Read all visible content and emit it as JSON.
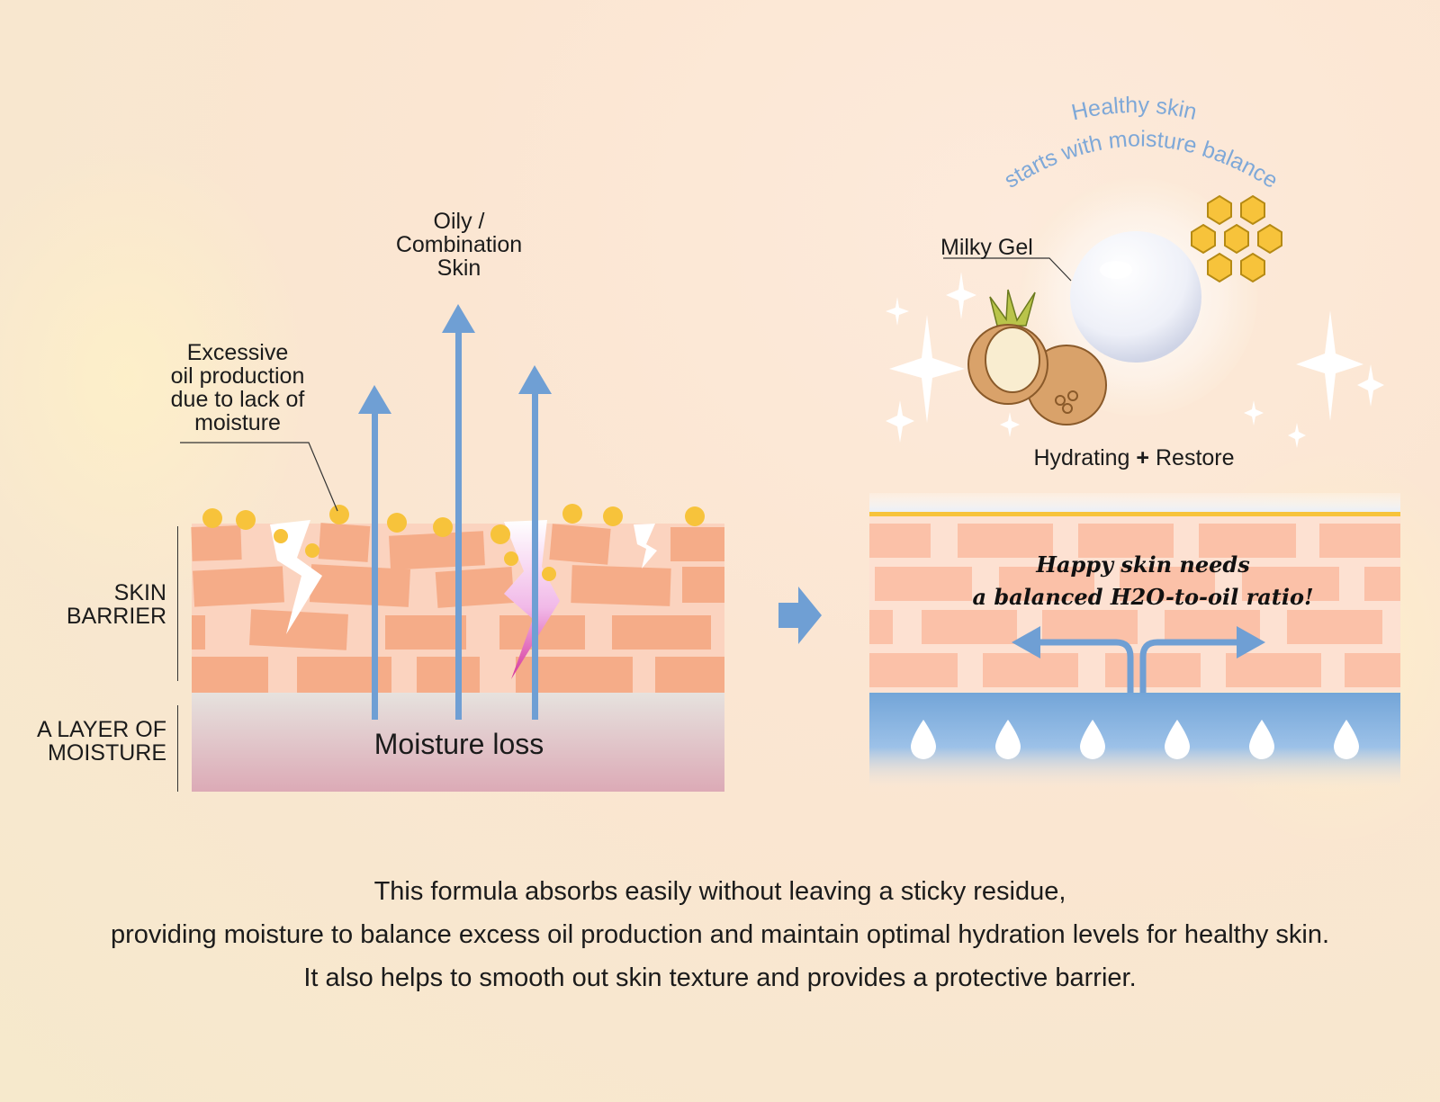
{
  "left": {
    "oily_label": [
      "Oily /",
      "Combination",
      "Skin"
    ],
    "excess_label": [
      "Excessive",
      "oil production",
      "due to lack of",
      "moisture"
    ],
    "skin_barrier_label": [
      "SKIN",
      "BARRIER"
    ],
    "moisture_layer_label": [
      "A LAYER OF",
      "MOISTURE"
    ],
    "moisture_loss_label": "Moisture loss"
  },
  "right": {
    "arc_line1": "Healthy skin",
    "arc_line2": "starts with moisture balance",
    "milky_gel_label": "Milky Gel",
    "hydrating_label": "Hydrating",
    "plus_sign": "+",
    "restore_label": "Restore",
    "happy_line1": "Happy skin needs",
    "happy_line2": "a balanced H2O-to-oil ratio!"
  },
  "caption": {
    "line1": "This formula absorbs easily without leaving a sticky residue,",
    "line2": "providing moisture to balance excess oil production and maintain optimal hydration levels for healthy skin.",
    "line3": "It also helps to smooth out skin texture and provides a protective barrier."
  },
  "colors": {
    "arrow_blue": "#6f9fd4",
    "brick": "#f5b08e",
    "brick_light": "#fdd0bb",
    "oil_dot": "#f7c33b",
    "moisture_blue": "#73a5d8",
    "arc_text": "#7ea8d8",
    "honeycomb": "#f7c33b"
  }
}
